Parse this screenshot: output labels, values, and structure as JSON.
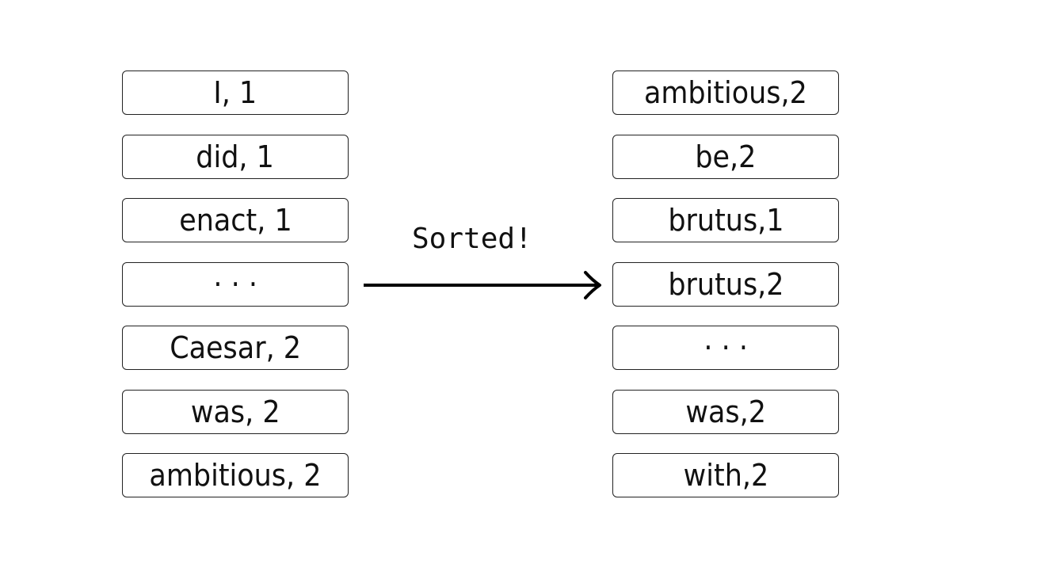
{
  "diagram": {
    "input_items": [
      "I, 1",
      "did, 1",
      "enact, 1",
      "· · ·",
      "Caesar, 2",
      "was, 2",
      "ambitious, 2"
    ],
    "output_items": [
      "ambitious,2",
      "be,2",
      "brutus,1",
      "brutus,2",
      "· · ·",
      "was,2",
      "with,2"
    ],
    "arrow_label": "Sorted!"
  }
}
